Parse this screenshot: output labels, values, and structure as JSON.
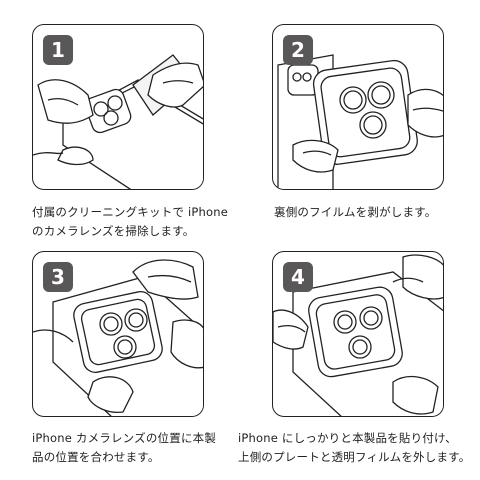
{
  "steps": [
    {
      "number": "1",
      "lines": [
        "付属のクリーニングキットで iPhone",
        "のカメラレンズを掃除します。"
      ]
    },
    {
      "number": "2",
      "lines": [
        "裏側のフイルムを剥がします。"
      ]
    },
    {
      "number": "3",
      "lines": [
        "iPhone カメラレンズの位置に本製",
        "品の位置を合わせます。"
      ]
    },
    {
      "number": "4",
      "lines": [
        "iPhone にしっかりと本製品を貼り付け、",
        "上側のプレートと透明フィルムを外します。"
      ]
    }
  ],
  "colors": {
    "badge": "#595757",
    "outline": "#222222"
  }
}
